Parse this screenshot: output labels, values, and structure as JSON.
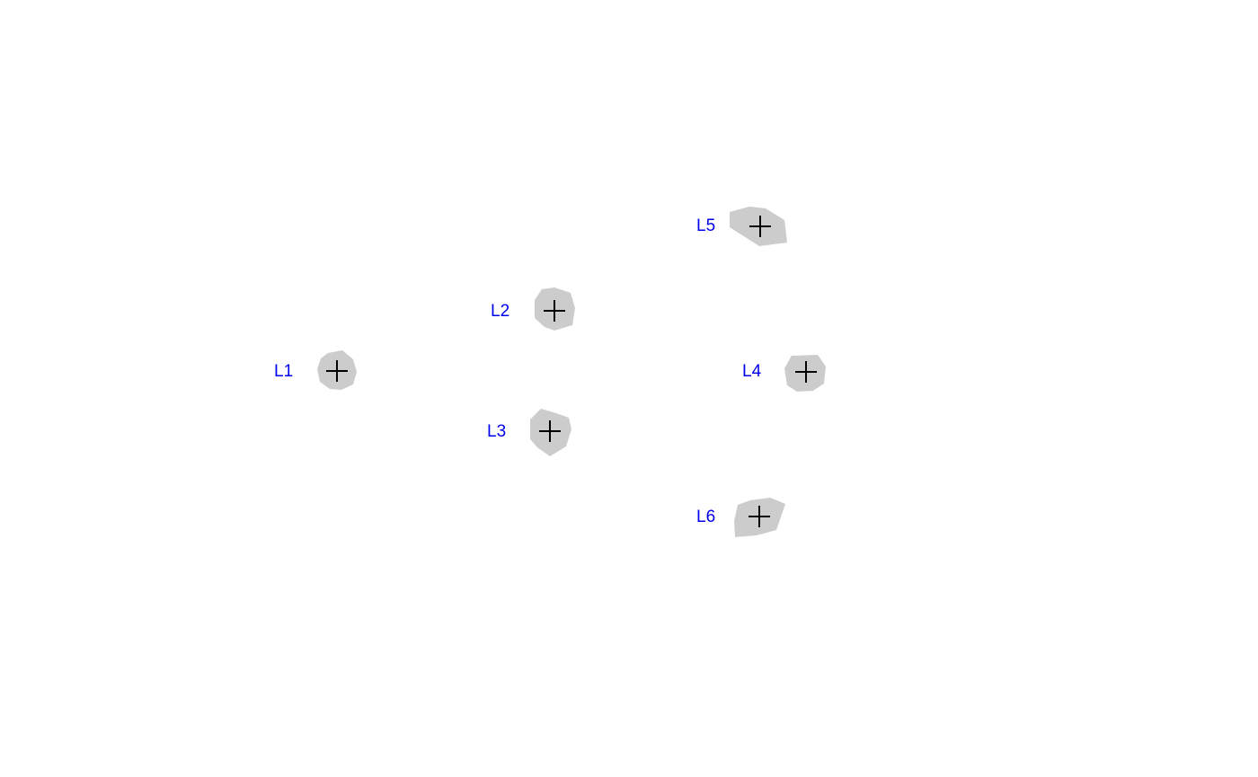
{
  "colors": {
    "background": "#ffffff",
    "label": "#0000ee",
    "blob": "#cccccc",
    "cross": "#000000"
  },
  "nodes": [
    {
      "label": "L1",
      "icon": "crosshair-icon"
    },
    {
      "label": "L2",
      "icon": "crosshair-icon"
    },
    {
      "label": "L3",
      "icon": "crosshair-icon"
    },
    {
      "label": "L4",
      "icon": "crosshair-icon"
    },
    {
      "label": "L5",
      "icon": "crosshair-icon"
    },
    {
      "label": "L6",
      "icon": "crosshair-icon"
    }
  ]
}
